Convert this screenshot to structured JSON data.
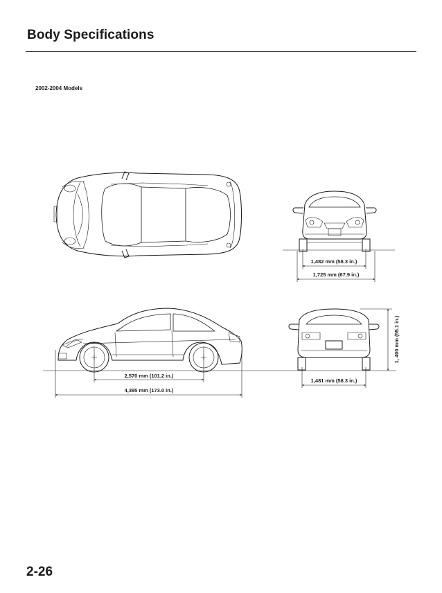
{
  "header": {
    "title": "Body Specifications"
  },
  "section": {
    "label": "2002-2004 Models"
  },
  "dimensions": {
    "front_track": "1,482 mm (58.3 in.)",
    "overall_width": "1,725 mm (67.9 in.)",
    "overall_height": "1, 400 mm (55.1 in.)",
    "wheelbase": "2,570 mm (101.2 in.)",
    "overall_length": "4,395 mm (173.0 in.)",
    "rear_track": "1,481 mm (58.3 in.)"
  },
  "footer": {
    "page_number": "2-26"
  }
}
